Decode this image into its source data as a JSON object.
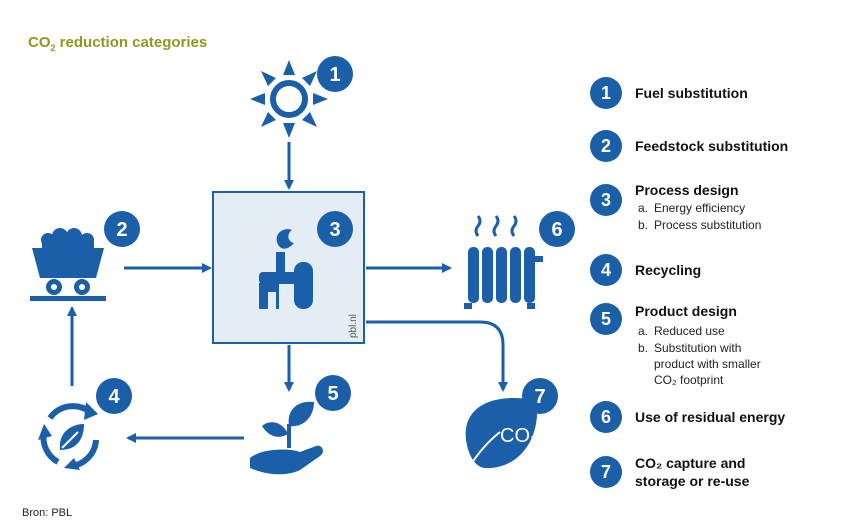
{
  "title": {
    "main": "CO",
    "sub": "2",
    "rest": " reduction categories"
  },
  "source": "Bron: PBL",
  "watermark": "pbl.nl",
  "colors": {
    "blue": "#1a5fa8",
    "box_fill": "#e4ecf5",
    "title": "#8a9b1e"
  },
  "nodes": {
    "sun": {
      "icon": "sun-icon",
      "number": "1"
    },
    "coal": {
      "icon": "coal-cart-icon",
      "number": "2"
    },
    "factory": {
      "icon": "factory-icon",
      "number": "3"
    },
    "recycle": {
      "icon": "recycle-icon",
      "number": "4"
    },
    "plant": {
      "icon": "plant-hand-icon",
      "number": "5"
    },
    "heater": {
      "icon": "radiator-icon",
      "number": "6"
    },
    "co2": {
      "icon": "co2-leaf-icon",
      "number": "7",
      "text": "CO₂"
    }
  },
  "legend": [
    {
      "number": "1",
      "label": "Fuel substitution",
      "subs": []
    },
    {
      "number": "2",
      "label": "Feedstock substitution",
      "subs": []
    },
    {
      "number": "3",
      "label": "Process design",
      "subs": [
        {
          "prefix": "a.",
          "text": "Energy efficiency"
        },
        {
          "prefix": "b.",
          "text": "Process substitution"
        }
      ]
    },
    {
      "number": "4",
      "label": "Recycling",
      "subs": []
    },
    {
      "number": "5",
      "label": "Product design",
      "subs": [
        {
          "prefix": "a.",
          "text": "Reduced use"
        },
        {
          "prefix": "b.",
          "text": "Substitution with",
          "cont": [
            "product with smaller",
            "CO₂ footprint"
          ]
        }
      ]
    },
    {
      "number": "6",
      "label": "Use of residual energy",
      "subs": []
    },
    {
      "number": "7",
      "label": "CO₂ capture and",
      "label2": "storage or re-use",
      "subs": []
    }
  ]
}
